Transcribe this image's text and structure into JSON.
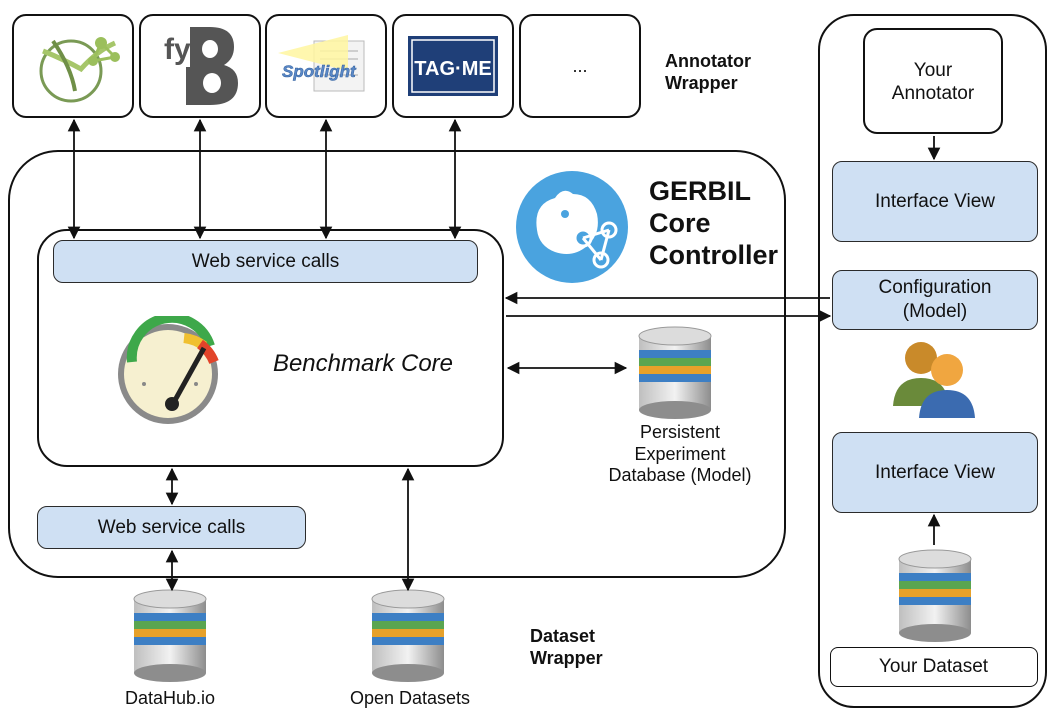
{
  "annotators": {
    "logo_icons": [
      "agdistis-icon",
      "babelfy-icon",
      "spotlight-icon",
      "tagme-icon"
    ],
    "babelfy_text": "fy",
    "spotlight_text": "Spotlight",
    "tagme_text": "TAG·ME",
    "more_label": "...",
    "wrapper_label": "Annotator Wrapper"
  },
  "core": {
    "title": "GERBIL Core Controller",
    "web_service_calls_top": "Web service calls",
    "benchmark_label": "Benchmark Core",
    "web_service_calls_bottom": "Web service calls"
  },
  "database": {
    "label": "Persistent Experiment Database (Model)"
  },
  "datasets": {
    "datahub_label": "DataHub.io",
    "open_label": "Open Datasets",
    "wrapper_label": "Dataset Wrapper"
  },
  "user_panel": {
    "your_annotator": "Your Annotator",
    "interface_view_top": "Interface View",
    "configuration": "Configuration (Model)",
    "interface_view_bottom": "Interface View",
    "your_dataset": "Your Dataset"
  }
}
